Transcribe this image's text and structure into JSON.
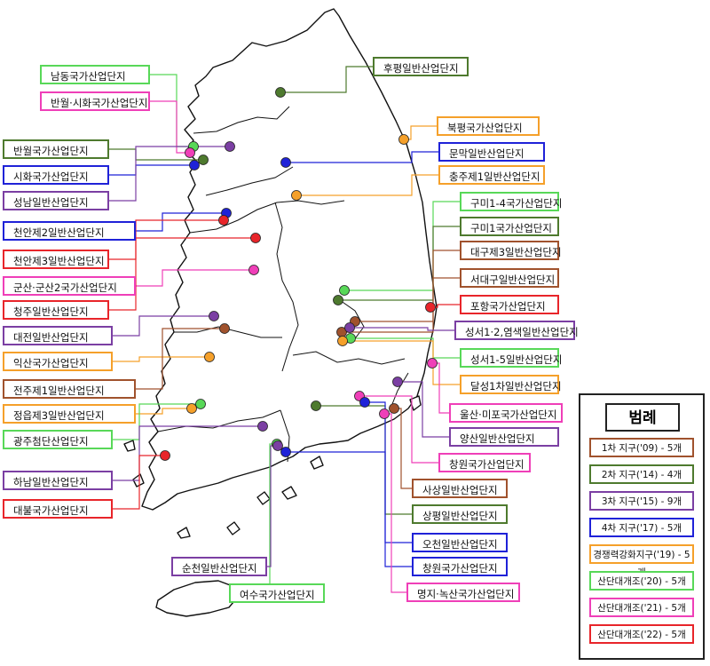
{
  "colors": {
    "g1": "#a0522d",
    "g2": "#4e7a2e",
    "g3": "#7b3fa3",
    "g4": "#1f22d8",
    "g5": "#f5a02a",
    "g6": "#58d858",
    "g7": "#ef3fb8",
    "g8": "#e8252a"
  },
  "legend": {
    "title": "범례",
    "items": [
      {
        "label": "1차 지구('09) - 5개",
        "group": "g1"
      },
      {
        "label": "2차 지구('14) - 4개",
        "group": "g2"
      },
      {
        "label": "3차 지구('15) - 9개",
        "group": "g3"
      },
      {
        "label": "4차 지구('17) - 5개",
        "group": "g4"
      },
      {
        "label": "경쟁력강화지구('19) - 5개",
        "group": "g5"
      },
      {
        "label": "산단대개조('20) - 5개",
        "group": "g6"
      },
      {
        "label": "산단대개조('21) - 5개",
        "group": "g7"
      },
      {
        "label": "산단대개조('22) - 5개",
        "group": "g8"
      }
    ]
  },
  "complexes": [
    {
      "name": "남동국가산업단지",
      "group": "g6"
    },
    {
      "name": "반월·시화국가산업단지",
      "group": "g7"
    },
    {
      "name": "반월국가산업단지",
      "group": "g2"
    },
    {
      "name": "시화국가산업단지",
      "group": "g4"
    },
    {
      "name": "성남일반산업단지",
      "group": "g3"
    },
    {
      "name": "천안제2일반산업단지",
      "group": "g4"
    },
    {
      "name": "천안제3일반산업단지",
      "group": "g8"
    },
    {
      "name": "군산·군산2국가산업단지",
      "group": "g7"
    },
    {
      "name": "청주일반산업단지",
      "group": "g8"
    },
    {
      "name": "대전일반산업단지",
      "group": "g3"
    },
    {
      "name": "익산국가산업단지",
      "group": "g5"
    },
    {
      "name": "전주제1일반산업단지",
      "group": "g1"
    },
    {
      "name": "정읍제3일반산업단지",
      "group": "g5"
    },
    {
      "name": "광주첨단산업단지",
      "group": "g6"
    },
    {
      "name": "하남일반산업단지",
      "group": "g3"
    },
    {
      "name": "대불국가산업단지",
      "group": "g8"
    },
    {
      "name": "후평일반산업단지",
      "group": "g2"
    },
    {
      "name": "북평국가산업단지",
      "group": "g5"
    },
    {
      "name": "문막일반산업단지",
      "group": "g4"
    },
    {
      "name": "충주제1일반산업단지",
      "group": "g5"
    },
    {
      "name": "구미1-4국가산업단지",
      "group": "g6"
    },
    {
      "name": "구미1국가산업단지",
      "group": "g2"
    },
    {
      "name": "대구제3일반산업단지",
      "group": "g1"
    },
    {
      "name": "서대구일반산업단지",
      "group": "g1"
    },
    {
      "name": "포항국가산업단지",
      "group": "g8"
    },
    {
      "name": "성서1·2,염색일반산업단지",
      "group": "g3"
    },
    {
      "name": "성서1-5일반산업단지",
      "group": "g6"
    },
    {
      "name": "달성1차일반산업단지",
      "group": "g5"
    },
    {
      "name": "울산·미포국가산업단지",
      "group": "g7"
    },
    {
      "name": "양산일반산업단지",
      "group": "g3"
    },
    {
      "name": "창원국가산업단지",
      "group": "g7"
    },
    {
      "name": "사상일반산업단지",
      "group": "g1"
    },
    {
      "name": "상평일반산업단지",
      "group": "g2"
    },
    {
      "name": "오천일반산업단지",
      "group": "g4"
    },
    {
      "name": "창원국가산업단지",
      "group": "g4"
    },
    {
      "name": "명지·녹산국가산업단지",
      "group": "g7"
    },
    {
      "name": "여수국가산업단지",
      "group": "g6"
    },
    {
      "name": "순천일반산업단지",
      "group": "g3"
    }
  ]
}
